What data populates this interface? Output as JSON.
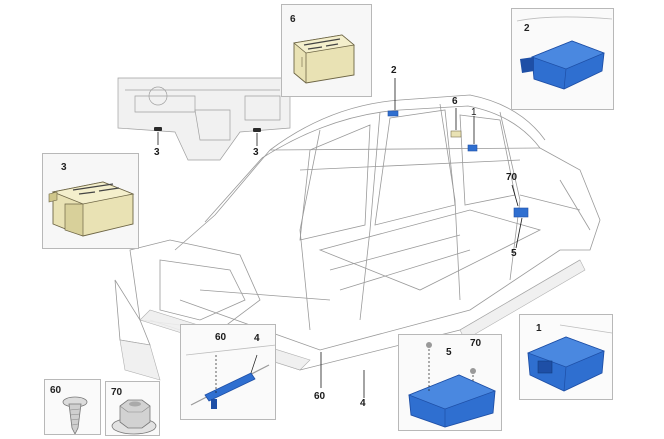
{
  "callouts": {
    "c2_top": "2",
    "c6_top": "6",
    "c1_top": "1",
    "c70_mid": "70",
    "c5_mid": "5",
    "c3_left": "3",
    "c3_right": "3",
    "c60_lower": "60",
    "c4_lower": "4",
    "c60_bottom": "60",
    "c4_bottom": "4",
    "c5_lower": "5",
    "c70_lower": "70"
  },
  "insets": {
    "inset_6": "6",
    "inset_2": "2",
    "inset_3": "3",
    "inset_1": "1",
    "inset_60": "60",
    "inset_70": "70"
  },
  "colors": {
    "module_blue": "#2f6fd0",
    "module_blue_dark": "#1e4fa6",
    "module_tan": "#e9e2b4",
    "line_gray": "#9a9a9a"
  }
}
